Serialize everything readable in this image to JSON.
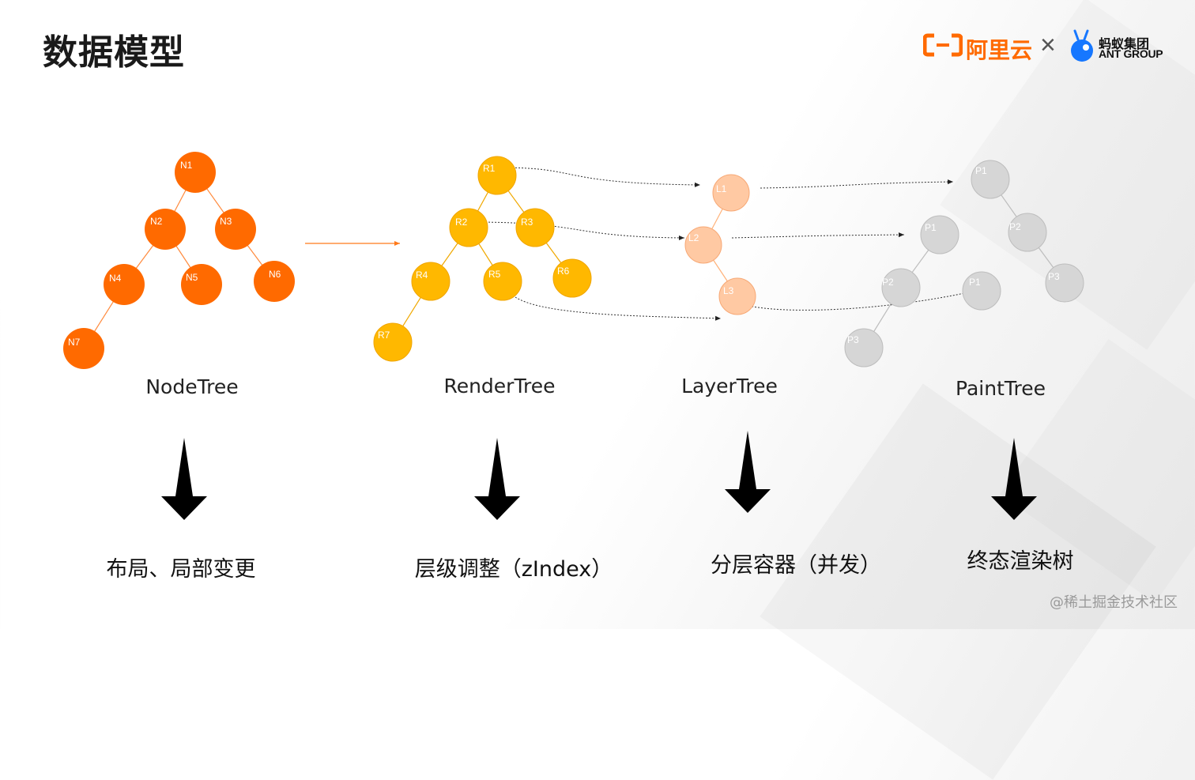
{
  "header": {
    "title": "数据模型",
    "logo_aliyun": "阿里云",
    "logo_separator": "×",
    "logo_ant_cn": "蚂蚁集团",
    "logo_ant_en": "ANT GROUP"
  },
  "colors": {
    "node_tree": "#ff6a00",
    "render_tree": "#ffb800",
    "layer_tree": "#ffc9a3",
    "paint_tree": "#d6d6d6",
    "brand_aliyun": "#ff6a00",
    "brand_ant": "#1677ff"
  },
  "trees": [
    {
      "name": "NodeTree",
      "caption": "布局、局部变更",
      "nodes": [
        "N1",
        "N2",
        "N3",
        "N4",
        "N5",
        "N6",
        "N7"
      ]
    },
    {
      "name": "RenderTree",
      "caption": "层级调整（zIndex）",
      "nodes": [
        "R1",
        "R2",
        "R3",
        "R4",
        "R5",
        "R6",
        "R7"
      ]
    },
    {
      "name": "LayerTree",
      "caption": "分层容器（并发）",
      "nodes": [
        "L1",
        "L2",
        "L3"
      ]
    },
    {
      "name": "PaintTree",
      "caption": "终态渲染树",
      "nodes": [
        "P1",
        "P2",
        "P3",
        "P1",
        "P2",
        "P3",
        "P1"
      ]
    }
  ],
  "watermark": "@稀土掘金技术社区"
}
